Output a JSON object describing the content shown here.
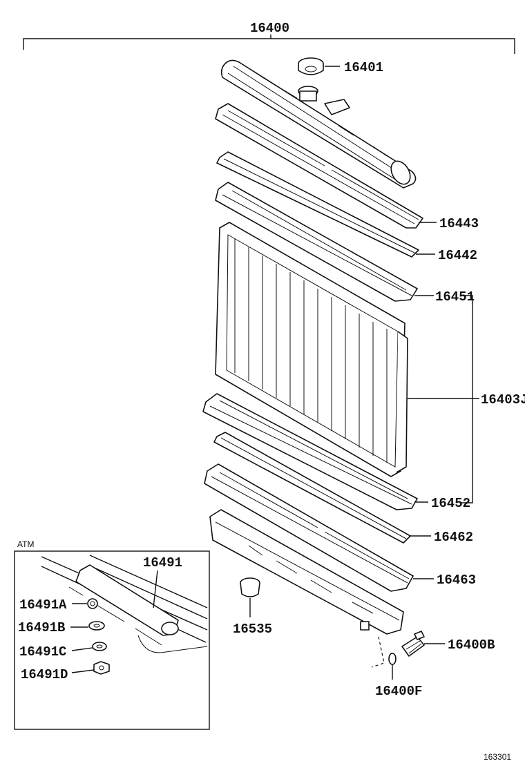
{
  "diagram": {
    "assembly_label": "16400",
    "parts": {
      "cap": "16401",
      "upper_tank": "16443",
      "upper_gasket": "16442",
      "upper_plate": "16451",
      "core_assembly": "16403J",
      "lower_plate": "16452",
      "lower_gasket": "16462",
      "lower_tank": "16463",
      "drain_cock": "16400B",
      "drain_oring": "16400F",
      "bolt_grommet": "16535"
    },
    "inset": {
      "title": "ATM",
      "labels": {
        "cooler_pipe": "16491",
        "part_a": "16491A",
        "part_b": "16491B",
        "part_c": "16491C",
        "part_d": "16491D"
      }
    },
    "footer_code": "163301"
  }
}
